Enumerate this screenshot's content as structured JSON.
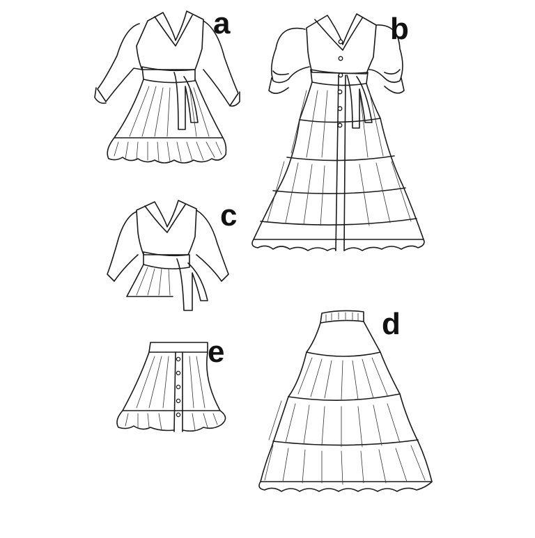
{
  "labels": {
    "a": "a",
    "b": "b",
    "c": "c",
    "d": "d",
    "e": "e"
  },
  "colors": {
    "ink": "#1a1a1a",
    "background": "#ffffff"
  }
}
